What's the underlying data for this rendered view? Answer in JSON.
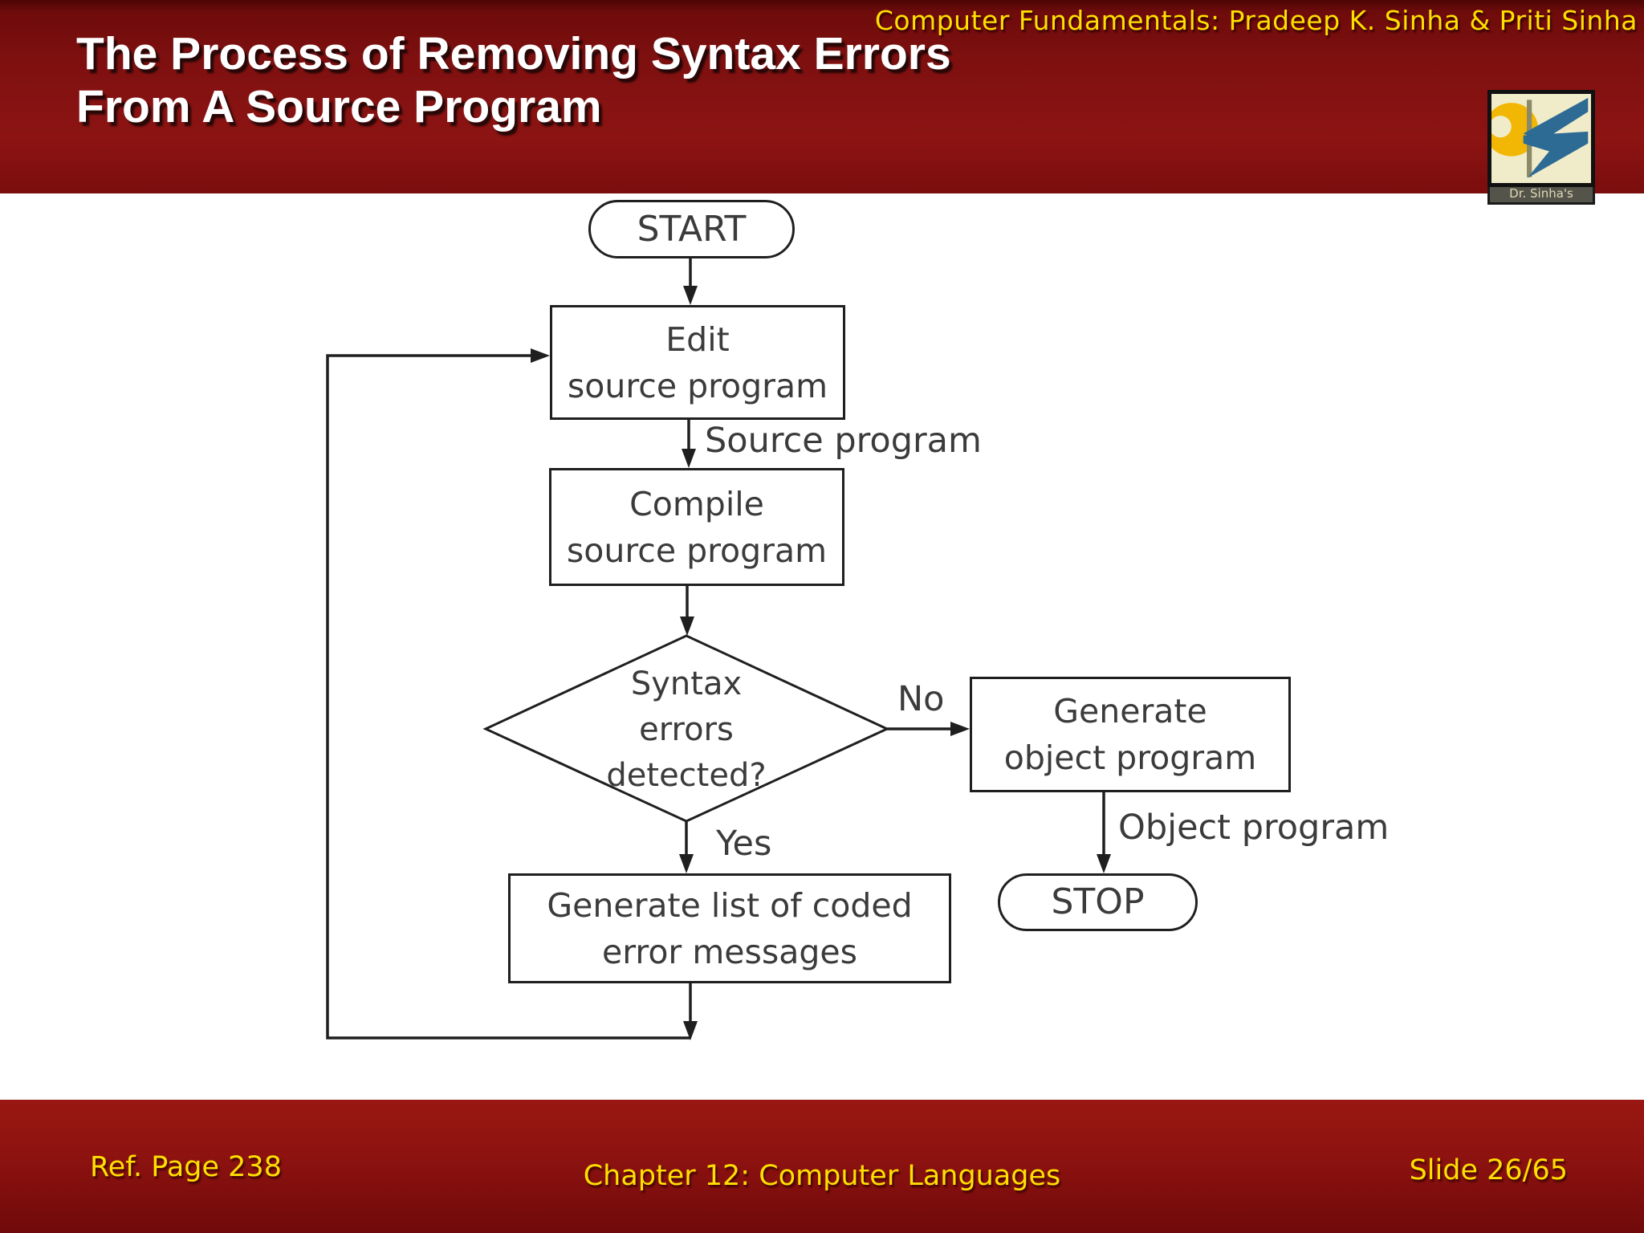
{
  "header": {
    "course_title": "Computer Fundamentals: Pradeep K. Sinha & Priti Sinha",
    "title": "The Process of Removing Syntax Errors\nFrom A Source Program",
    "logo_caption": "Dr. Sinha's"
  },
  "flowchart": {
    "nodes": {
      "start": {
        "label": "START",
        "shape": "terminal"
      },
      "edit": {
        "label": "Edit\nsource program",
        "shape": "process"
      },
      "compile": {
        "label": "Compile\nsource program",
        "shape": "process"
      },
      "decision": {
        "label": "Syntax\nerrors\ndetected?",
        "shape": "decision"
      },
      "generate_object": {
        "label": "Generate\nobject program",
        "shape": "process"
      },
      "stop": {
        "label": "STOP",
        "shape": "terminal"
      },
      "generate_errors": {
        "label": "Generate list of coded\nerror messages",
        "shape": "process"
      }
    },
    "edge_labels": {
      "source_program": "Source program",
      "object_program": "Object program",
      "no": "No",
      "yes": "Yes"
    },
    "edges": [
      {
        "from": "start",
        "to": "edit"
      },
      {
        "from": "edit",
        "to": "compile",
        "label": "Source program"
      },
      {
        "from": "compile",
        "to": "decision"
      },
      {
        "from": "decision",
        "to": "generate_object",
        "label": "No"
      },
      {
        "from": "generate_object",
        "to": "stop",
        "label": "Object program"
      },
      {
        "from": "decision",
        "to": "generate_errors",
        "label": "Yes"
      },
      {
        "from": "generate_errors",
        "to": "edit",
        "label": ""
      }
    ]
  },
  "footer": {
    "ref_page": "Ref. Page 238",
    "chapter": "Chapter 12: Computer Languages",
    "slide": "Slide 26/65"
  },
  "colors": {
    "band_red": "#7e1010",
    "accent_yellow": "#ffdf00",
    "title_white": "#ffffff",
    "line_black": "#1f1f1f",
    "node_text": "#3b3b3b",
    "logo_yellow": "#f2b705",
    "logo_blue": "#2d6a94",
    "logo_cream": "#f0ecca"
  }
}
